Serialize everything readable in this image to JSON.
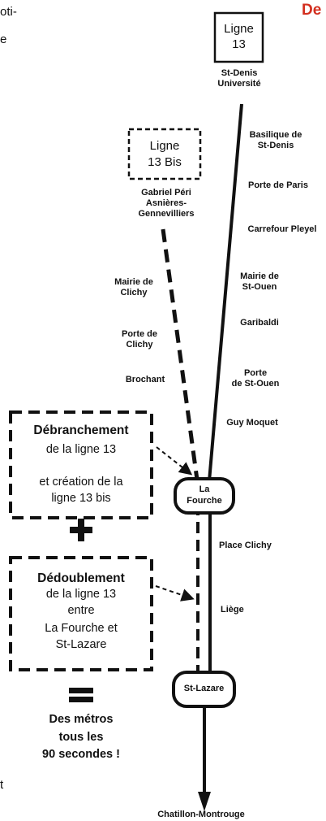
{
  "header": {
    "clipped_text_line1": "oti-",
    "clipped_text_line2": "e",
    "clipped_title": "De",
    "footer_clipped": "t"
  },
  "line13": {
    "label": "Ligne",
    "number": "13",
    "terminus": [
      "St-Denis",
      "Université"
    ]
  },
  "line13bis": {
    "label": "Ligne",
    "number": "13 Bis",
    "terminus": [
      "Gabriel Péri",
      "Asnières-",
      "Gennevilliers"
    ]
  },
  "stations_right": [
    [
      "Basilique de",
      "St-Denis"
    ],
    [
      "Porte de Paris"
    ],
    [
      "Carrefour Pleyel"
    ],
    [
      "Mairie de",
      "St-Ouen"
    ],
    [
      "Garibaldi"
    ],
    [
      "Porte",
      "de St-Ouen"
    ],
    [
      "Guy Moquet"
    ]
  ],
  "stations_left": [
    [
      "Mairie de",
      "Clichy"
    ],
    [
      "Porte de",
      "Clichy"
    ],
    [
      "Brochant"
    ]
  ],
  "nodes": {
    "la_fourche": [
      "La",
      "Fourche"
    ],
    "st_lazare": "St-Lazare"
  },
  "trunk_stations": [
    "Place Clichy",
    "Liège"
  ],
  "south_terminus": "Chatillon-Montrouge",
  "box1": {
    "title": "Débranchement",
    "lines": [
      "de la ligne 13",
      "et création de la",
      "ligne 13 bis"
    ]
  },
  "plus": "+",
  "box2": {
    "title": "Dédoublement",
    "lines": [
      "de la ligne 13",
      "entre",
      "La Fourche et",
      "St-Lazare"
    ]
  },
  "equals": "=",
  "result": [
    "Des métros",
    "tous les",
    "90 secondes !"
  ],
  "colors": {
    "accent_red": "#d32f1f",
    "ink": "#111111"
  }
}
